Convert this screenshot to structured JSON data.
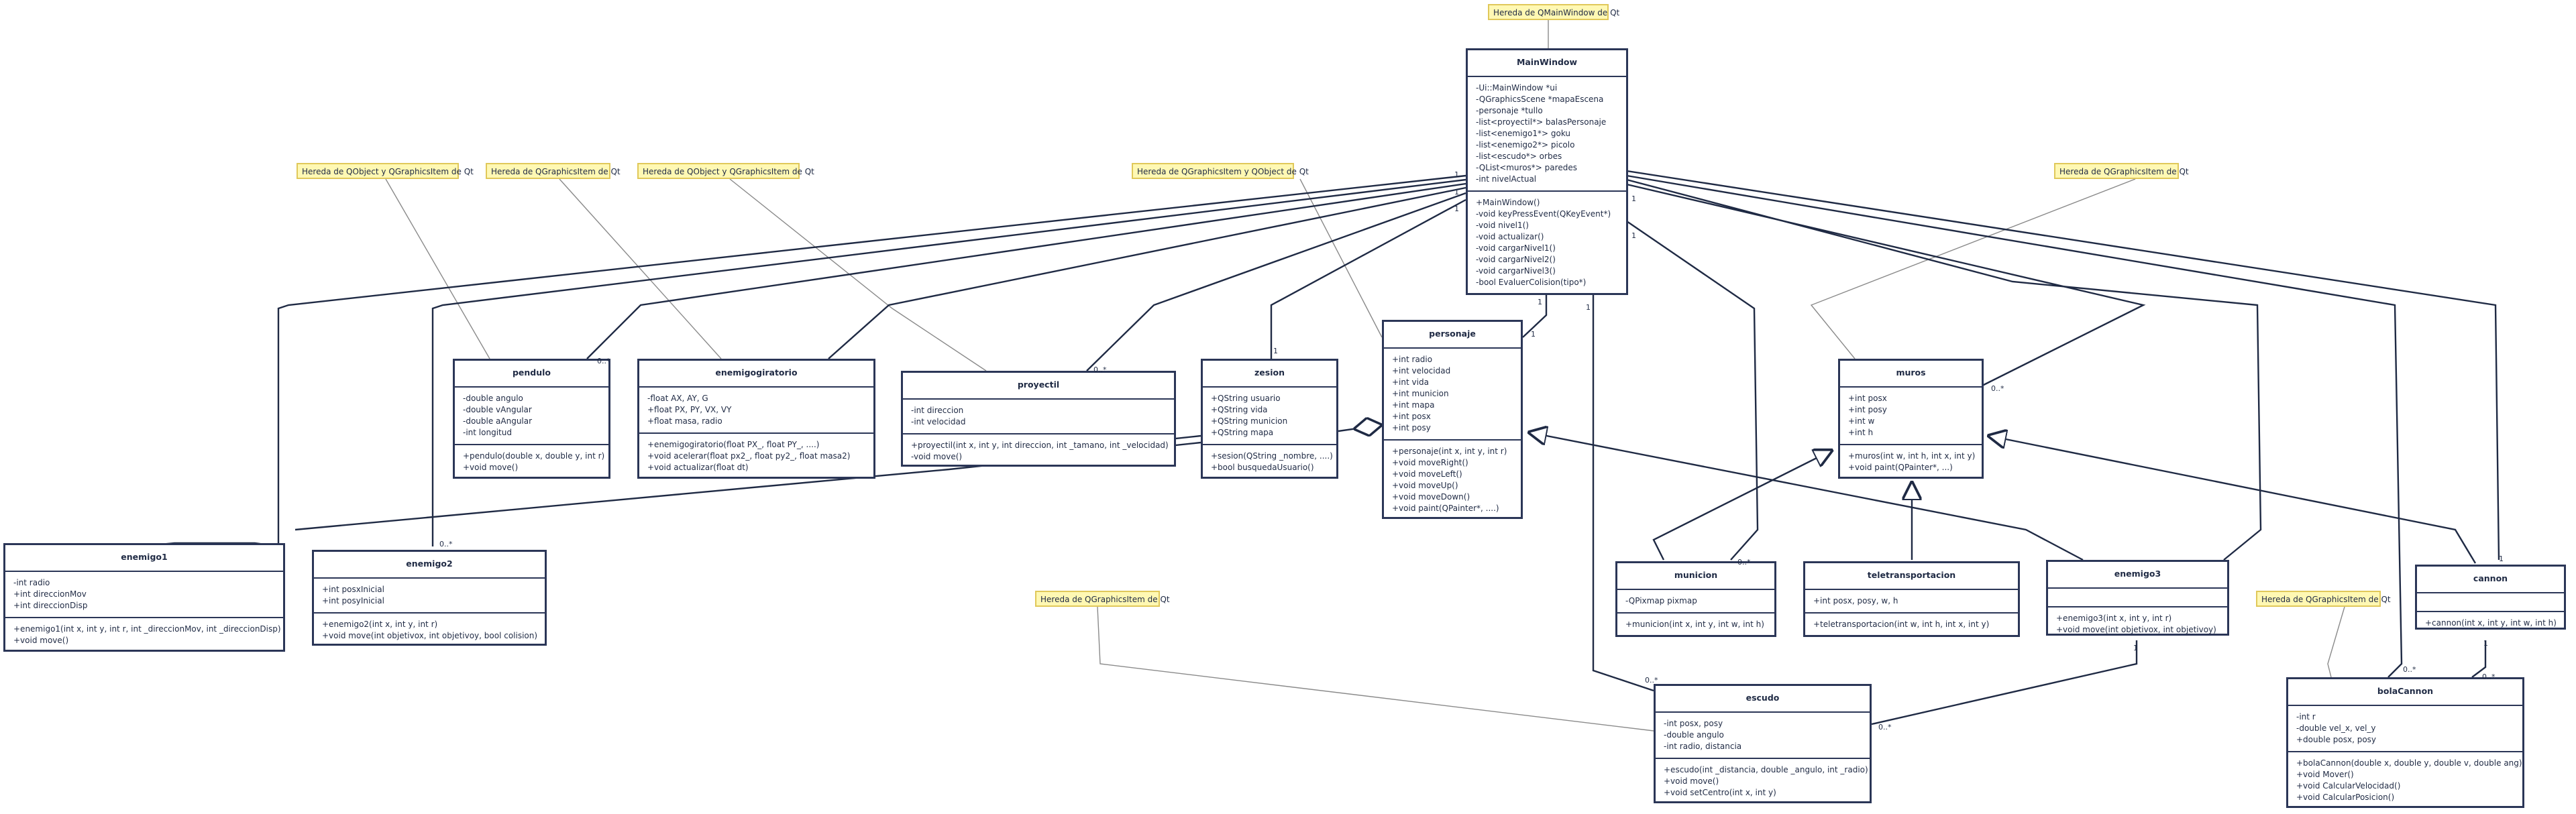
{
  "notes": [
    {
      "text": "Hereda de QMainWindow de Qt"
    },
    {
      "text": "Hereda de QObject y QGraphicsItem de Qt"
    },
    {
      "text": "Hereda de QGraphicsItem de Qt"
    },
    {
      "text": "Hereda de QObject y QGraphicsItem de Qt"
    },
    {
      "text": "Hereda de QGraphicsItem y QObject de Qt"
    },
    {
      "text": "Hereda de QGraphicsItem de Qt"
    },
    {
      "text": "Hereda de QGraphicsItem de Qt"
    },
    {
      "text": "Hereda de QGraphicsItem de Qt"
    }
  ],
  "classes": {
    "mainwindow": {
      "name": "MainWindow",
      "attributes": [
        "-Ui::MainWindow *ui",
        "-QGraphicsScene *mapaEscena",
        "-personaje *tullo",
        "-list<proyectil*> balasPersonaje",
        "-list<enemigo1*> goku",
        "-list<enemigo2*> picolo",
        "-list<escudo*> orbes",
        "-QList<muros*> paredes",
        "-int nivelActual"
      ],
      "methods": [
        "+MainWindow()",
        "-void keyPressEvent(QKeyEvent*)",
        "-void nivel1()",
        "-void actualizar()",
        "-void cargarNivel1()",
        "-void cargarNivel2()",
        "-void cargarNivel3()",
        "-bool EvaluerColision(tipo*)"
      ]
    },
    "pendulo": {
      "name": "pendulo",
      "attributes": [
        "-double angulo",
        "-double vAngular",
        "-double aAngular",
        "-int longitud"
      ],
      "methods": [
        "+pendulo(double x, double y, int r)",
        "+void move()"
      ]
    },
    "enemigogiratorio": {
      "name": "enemigogiratorio",
      "attributes": [
        "-float AX, AY, G",
        "+float PX, PY, VX, VY",
        "+float masa, radio"
      ],
      "methods": [
        "+enemigogiratorio(float PX_, float PY_, ....)",
        "+void acelerar(float px2_, float py2_, float masa2)",
        "+void actualizar(float dt)"
      ]
    },
    "proyectil": {
      "name": "proyectil",
      "attributes": [
        "-int direccion",
        "-int velocidad"
      ],
      "methods": [
        "+proyectil(int x, int y, int direccion, int _tamano, int _velocidad)",
        "-void move()"
      ]
    },
    "zesion": {
      "name": "zesion",
      "attributes": [
        "+QString usuario",
        "+QString vida",
        "+QString municion",
        "+QString mapa"
      ],
      "methods": [
        "+sesion(QString _nombre, ....)",
        "+bool busquedaUsuario()"
      ]
    },
    "personaje": {
      "name": "personaje",
      "attributes": [
        "+int radio",
        "+int velocidad",
        "+int vida",
        "+int municion",
        "+int mapa",
        "+int posx",
        "+int posy"
      ],
      "methods": [
        "+personaje(int x, int y, int r)",
        "+void moveRight()",
        "+void moveLeft()",
        "+void moveUp()",
        "+void moveDown()",
        "+void paint(QPainter*, ....)"
      ]
    },
    "muros": {
      "name": "muros",
      "attributes": [
        "+int posx",
        "+int posy",
        "+int w",
        "+int h"
      ],
      "methods": [
        "+muros(int w, int h, int x, int y)",
        "+void paint(QPainter*, ...)"
      ]
    },
    "enemigo1": {
      "name": "enemigo1",
      "attributes": [
        "-int radio",
        "+int direccionMov",
        "+int direccionDisp"
      ],
      "methods": [
        "+enemigo1(int x, int y, int r, int _direccionMov, int _direccionDisp)",
        "+void move()"
      ]
    },
    "enemigo2": {
      "name": "enemigo2",
      "attributes": [
        "+int posxInicial",
        "+int posyInicial"
      ],
      "methods": [
        "+enemigo2(int x, int y, int r)",
        "+void move(int objetivox, int objetivoy, bool colision)"
      ]
    },
    "municion": {
      "name": "municion",
      "attributes": [
        "-QPixmap pixmap"
      ],
      "methods": [
        "+municion(int x, int y, int w, int h)"
      ]
    },
    "teletransportacion": {
      "name": "teletransportacion",
      "attributes": [
        "+int posx, posy, w, h"
      ],
      "methods": [
        "+teletransportacion(int w, int h, int x, int y)"
      ]
    },
    "enemigo3": {
      "name": "enemigo3",
      "attributes": [],
      "methods": [
        "+enemigo3(int x, int y, int r)",
        "+void move(int objetivox, int objetivoy)"
      ]
    },
    "cannon": {
      "name": "cannon",
      "attributes": [],
      "methods": [
        "+cannon(int x, int y, int w, int h)"
      ]
    },
    "escudo": {
      "name": "escudo",
      "attributes": [
        "-int posx, posy",
        "-double angulo",
        "-int radio, distancia"
      ],
      "methods": [
        "+escudo(int _distancia, double _angulo, int _radio)",
        "+void move()",
        "+void setCentro(int x, int y)"
      ]
    },
    "bolacannon": {
      "name": "bolaCannon",
      "attributes": [
        "-int r",
        "-double vel_x, vel_y",
        "+double posx, posy"
      ],
      "methods": [
        "+bolaCannon(double x, double y, double v, double ang)",
        "+void Mover()",
        "+void CalcularVelocidad()",
        "+void CalcularPosicion()"
      ]
    }
  },
  "multiplicity": {
    "one": "1",
    "many": "0..*"
  }
}
